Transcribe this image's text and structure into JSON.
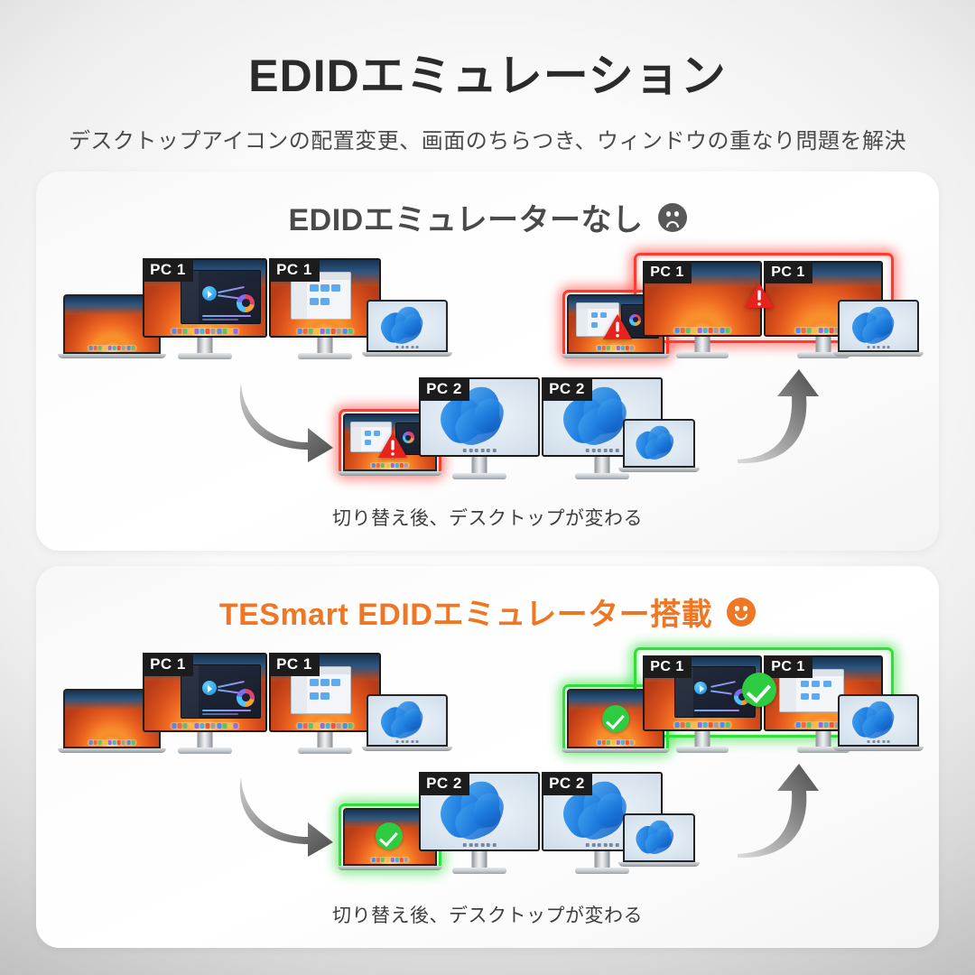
{
  "header": {
    "title": "EDIDエミュレーション",
    "subtitle": "デスクトップアイコンの配置変更、画面のちらつき、ウィンドウの重なり問題を解決"
  },
  "panels": [
    {
      "id": "without-edid",
      "heading": "EDIDエミュレーターなし",
      "face_icon": "sad-face-icon",
      "heading_color": "#4a4a4a",
      "caption": "切り替え後、デスクトップが変わる",
      "status_color": "#ff3b30",
      "status_icon": "warning-triangle-icon",
      "clusters": [
        {
          "id": "pc1-before",
          "labels": [
            "PC 1",
            "PC 1"
          ],
          "state": "normal",
          "os": "macos"
        },
        {
          "id": "pc2-switched",
          "labels": [
            "PC 2",
            "PC 2"
          ],
          "state": "error",
          "os": "windows"
        },
        {
          "id": "pc1-after",
          "labels": [
            "PC 1",
            "PC 1"
          ],
          "state": "error",
          "os": "macos"
        }
      ]
    },
    {
      "id": "with-edid",
      "heading": "TESmart EDIDエミュレーター搭載",
      "face_icon": "happy-face-icon",
      "heading_color": "#ef7622",
      "caption": "切り替え後、デスクトップが変わる",
      "status_color": "#2ecc40",
      "status_icon": "check-circle-icon",
      "clusters": [
        {
          "id": "pc1-before",
          "labels": [
            "PC 1",
            "PC 1"
          ],
          "state": "normal",
          "os": "macos"
        },
        {
          "id": "pc2-switched",
          "labels": [
            "PC 2",
            "PC 2"
          ],
          "state": "ok",
          "os": "windows"
        },
        {
          "id": "pc1-after",
          "labels": [
            "PC 1",
            "PC 1"
          ],
          "state": "ok",
          "os": "macos"
        }
      ]
    }
  ],
  "labels": {
    "pc1": "PC 1",
    "pc2": "PC 2"
  },
  "colors": {
    "brand_orange": "#ef7622",
    "error_red": "#ff3b30",
    "success_green": "#2ecc40",
    "heading_gray": "#4a4a4a",
    "badge_black": "#1c1c1c"
  }
}
